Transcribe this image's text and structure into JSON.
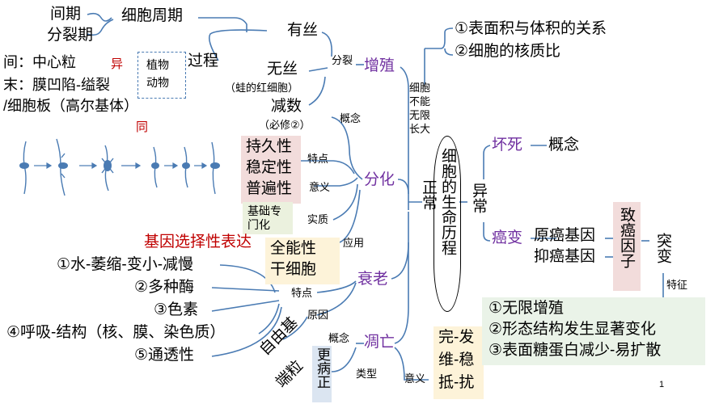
{
  "cycle": {
    "interphase": "间期",
    "mitotic_phase": "分裂期",
    "cell_cycle": "细胞周期",
    "process": "过程",
    "plant_animal_box": {
      "line1": "植物",
      "line2": "动物"
    },
    "diff_mark": "异",
    "same_mark": "同",
    "note_1": "间：中心粒",
    "note_2": "末：膜凹陷-缢裂",
    "note_3": "/细胞板（高尔基体）"
  },
  "division": {
    "mitosis": "有丝",
    "amitosis": "无丝",
    "amitosis_eg": "（蛙的红细胞）",
    "meiosis": "减数",
    "meiosis_note": "（必修②）",
    "division_label": "分裂",
    "proliferation": "增殖"
  },
  "limits": {
    "item1": "①表面积与体积的关系",
    "item2": "②细胞的核质比",
    "no_growth": "细胞不能无限长大"
  },
  "differentiation": {
    "concept": "概念",
    "features_label": "特点",
    "meaning_label": "意义",
    "essence_label": "实质",
    "apply_label": "应用",
    "feat1": "持久性",
    "feat2": "稳定性",
    "feat3": "普遍性",
    "meaning_box": "基础专门化",
    "gene": "基因选择性表达",
    "totipotency": "全能性",
    "stem": "干细胞",
    "label": "分化"
  },
  "aging": {
    "label": "衰老",
    "features_label": "特点",
    "cause_label": "原因",
    "f1": "①水-萎缩-变小-减慢",
    "f2": "②多种酶",
    "f3": "③色素",
    "f4": "④呼吸-结构（核、膜、染色质）",
    "f5": "⑤通透性",
    "free_radical": "自由基",
    "telomere": "端粒"
  },
  "apoptosis": {
    "label": "凋亡",
    "concept": "概念",
    "types_label": "类型",
    "meaning_label": "意义",
    "types_box": "更病正",
    "meaning_box": {
      "line1": "完-发",
      "line2": "维-稳",
      "line3": "抵-扰"
    }
  },
  "center": {
    "history": "细胞的生命历程",
    "normal": "正常",
    "abnormal": "异常"
  },
  "necrosis": {
    "label": "坏死",
    "concept": "概念"
  },
  "cancer": {
    "label": "癌变",
    "proto": "原癌基因",
    "suppressor": "抑癌基因",
    "carcinogen": "致癌因子",
    "mutation": "突变",
    "features_label": "特征",
    "c1": "①无限增殖",
    "c2": "②形态结构发生显著变化",
    "c3": "③表面糖蛋白减少-易扩散"
  },
  "page_number": "1",
  "colors": {
    "line": "#4a7bb3",
    "purple": "#7030a0",
    "red": "#c00000",
    "pink_box": "#f2dcdb",
    "green_box": "#ebf1de",
    "yellow_box": "#fdf3d9",
    "blue_box": "#dbe5f1",
    "cancer_box": "#eaf3e8"
  }
}
